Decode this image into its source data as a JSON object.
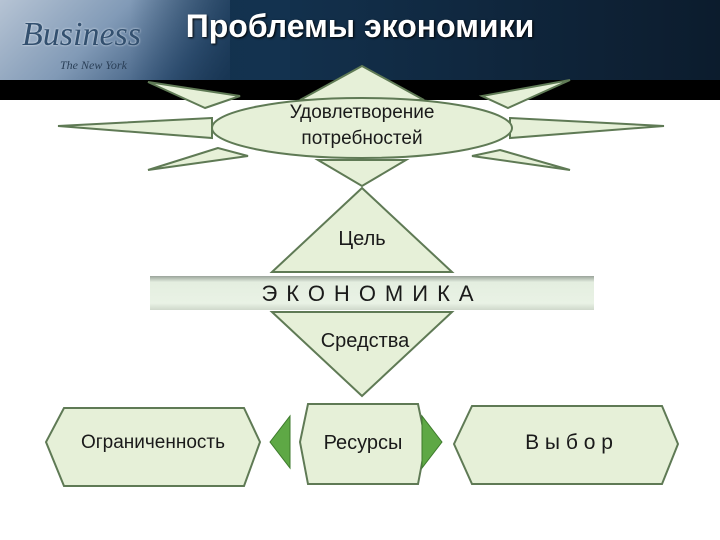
{
  "header": {
    "title": "Проблемы экономики",
    "brand": "Business",
    "brand_sub": "The New York"
  },
  "diagram": {
    "needs": "Удовлетворение потребностей",
    "goal": "Цель",
    "economy": "ЭКОНОМИКА",
    "means": "Средства",
    "limitation": "Ограниченность",
    "resources": "Ресурсы",
    "choice": "В ы б о р"
  },
  "colors": {
    "shape_fill": "#e6f0d8",
    "shape_stroke": "#5f7a55",
    "arrow_fill": "#5ea845",
    "header_dark": "#0b1f33"
  }
}
